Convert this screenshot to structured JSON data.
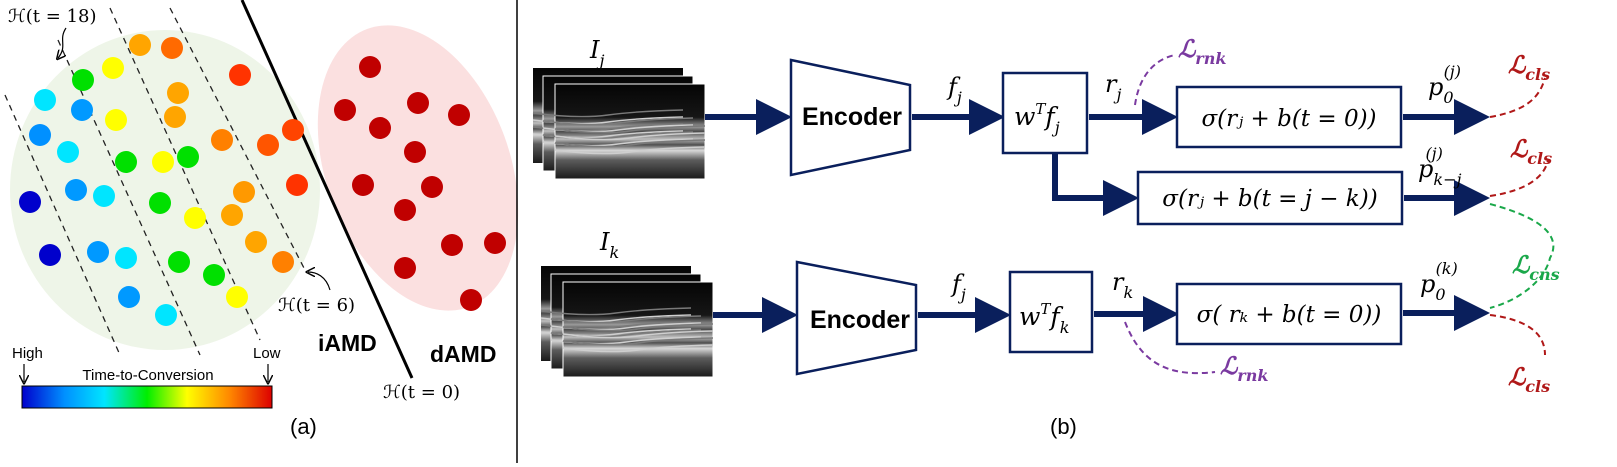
{
  "panel_a": {
    "label": "(a)",
    "annotations": {
      "h18": "ℋ(t = 18)",
      "h6": "ℋ(t = 6)",
      "h0": "ℋ(t = 0)"
    },
    "iamd_label": "iAMD",
    "damd_label": "dAMD",
    "colorbar": {
      "title": "Time-to-Conversion",
      "high_label": "High",
      "low_label": "Low",
      "gradient": [
        "#0000cc",
        "#0090ff",
        "#00e5ff",
        "#00ee00",
        "#ffff00",
        "#ff8800",
        "#dd0000"
      ]
    },
    "colors": {
      "iamd_ellipse": "#eef5e8",
      "damd_ellipse": "#fbe0e0",
      "damd_dot": "#c00000"
    }
  },
  "panel_b": {
    "label": "(b)",
    "top": {
      "image_label_base": "I",
      "image_label_sub": "j",
      "encoder_label": "Encoder",
      "feature_label_base": "f",
      "feature_label_sub": "j",
      "linear_base": "w",
      "linear_sup": "T",
      "linear_f": "f",
      "linear_sub": "j",
      "score_base": "r",
      "score_sub": "j",
      "rank_loss_base": "ℒ",
      "rank_loss_sub": "rnk",
      "sigmoid_1": "σ(rⱼ + b(t = 0))",
      "sigmoid_2": "σ(rⱼ + b(t = j − k))",
      "prob_1_base": "p",
      "prob_1_sub": "0",
      "prob_1_sup": "(j)",
      "prob_2_base": "p",
      "prob_2_sub": "k−j",
      "prob_2_sup": "(j)",
      "cls_loss_base": "ℒ",
      "cls_loss_sub": "cls"
    },
    "bottom": {
      "image_label_base": "I",
      "image_label_sub": "k",
      "encoder_label": "Encoder",
      "feature_label_base": "f",
      "feature_label_sub": "j",
      "linear_base": "w",
      "linear_sup": "T",
      "linear_f": "f",
      "linear_sub": "k",
      "score_base": "r",
      "score_sub": "k",
      "rank_loss_base": "ℒ",
      "rank_loss_sub": "rnk",
      "sigmoid": "σ( rₖ + b(t = 0))",
      "prob_base": "p",
      "prob_sub": "0",
      "prob_sup": "(k)",
      "cls_loss_base": "ℒ",
      "cls_loss_sub": "cls"
    },
    "cns_loss_base": "ℒ",
    "cns_loss_sub": "cns",
    "colors": {
      "arrow": "#0a1f5c",
      "rank_loss": "#7a3aa0",
      "cls_loss": "#b01818",
      "cns_loss": "#1aa84a"
    }
  }
}
